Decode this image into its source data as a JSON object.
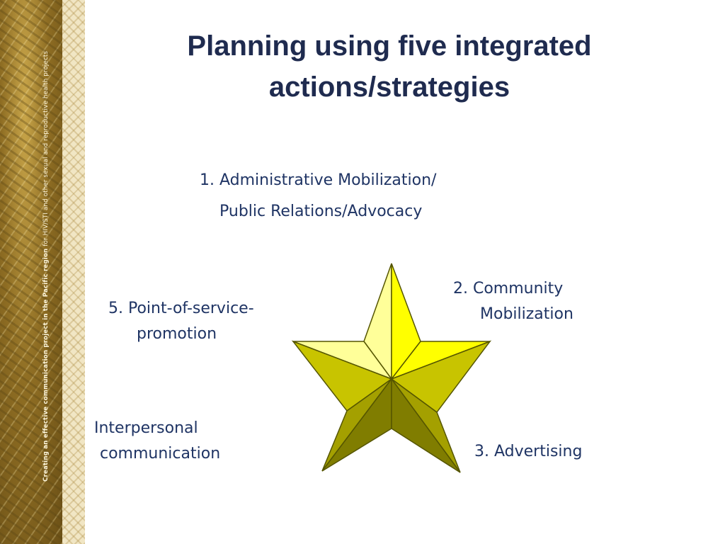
{
  "slide": {
    "title": "Planning using five integrated actions/strategies",
    "side_caption_bold": "Creating an effective communication project in the Pacific region",
    "side_caption_rest": " for HIV/STI and other sexual and reproductive health projects"
  },
  "diagram": {
    "labels": {
      "one_line1": "1. Administrative Mobilization/",
      "one_line2": "Public Relations/Advocacy",
      "two_line1": "2. Community",
      "two_line2": "Mobilization",
      "three": "3. Advertising",
      "four_line1": "Interpersonal",
      "four_line2": "communication",
      "five_line1": "5. Point-of-service-",
      "five_line2": "promotion"
    },
    "colors": {
      "facet_light": "#ffff99",
      "facet_bright": "#ffff00",
      "facet_mid": "#c8c400",
      "facet_olive": "#a4a000",
      "facet_dark": "#807d00",
      "stroke": "#555500",
      "text": "#1f3464",
      "title": "#1f2b4f"
    }
  }
}
